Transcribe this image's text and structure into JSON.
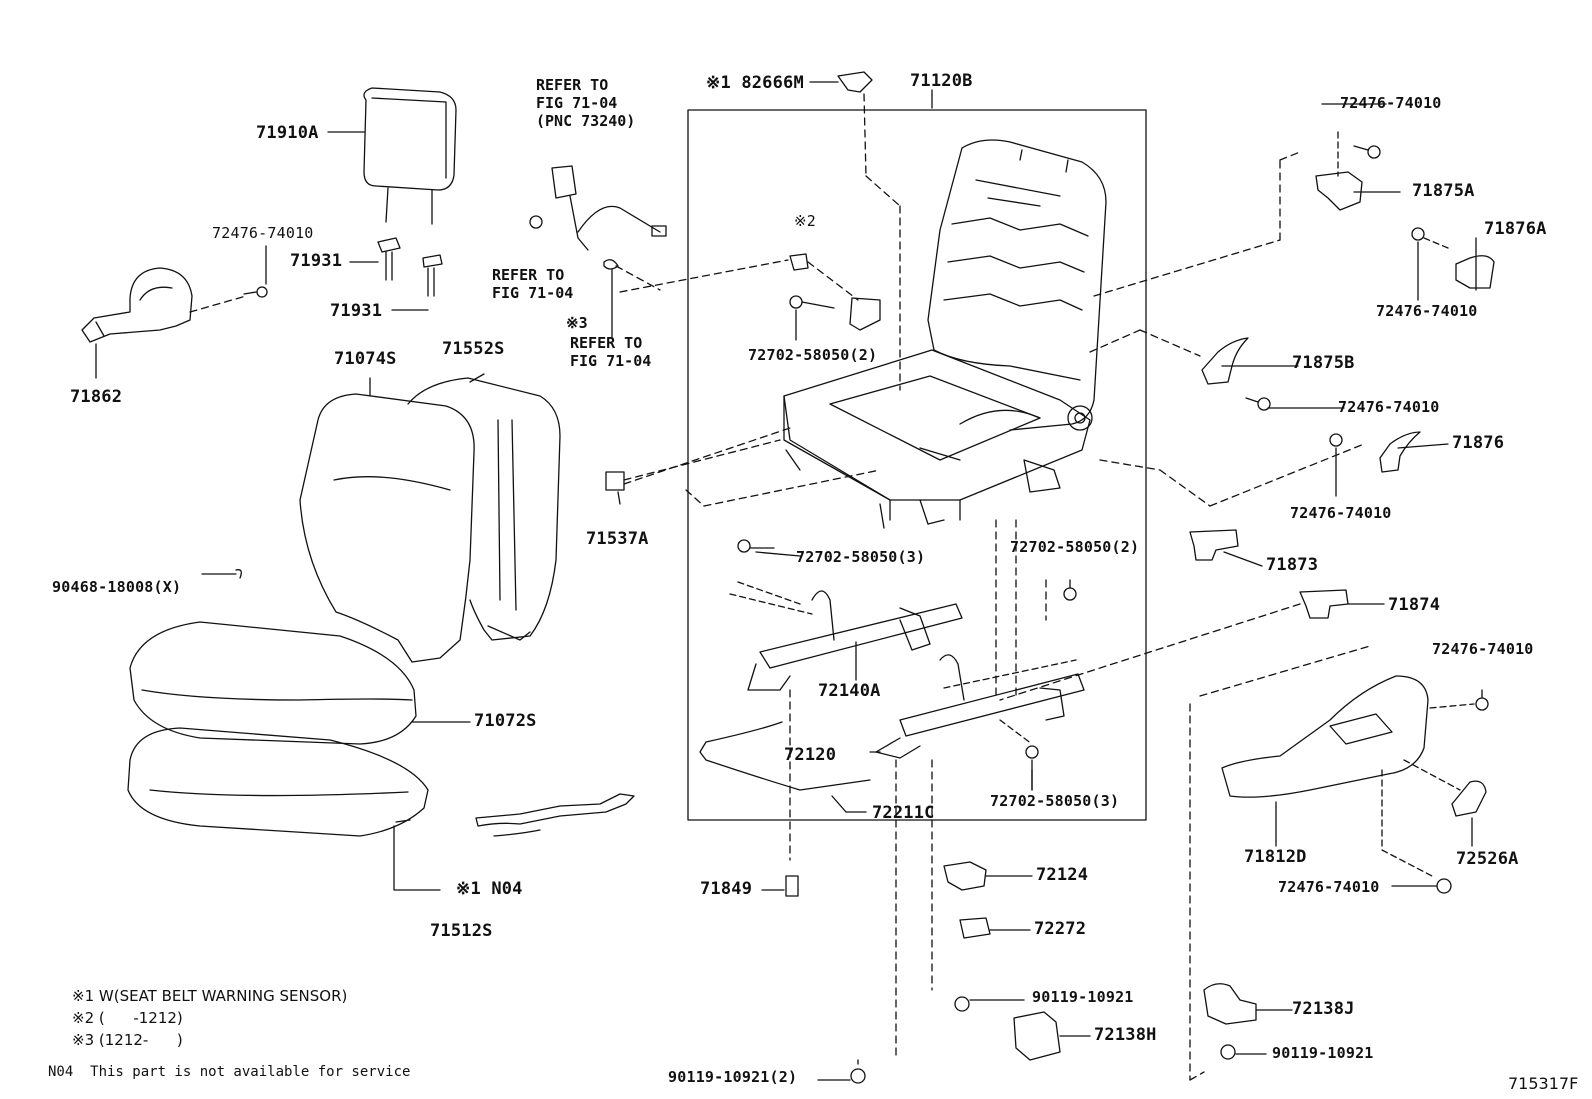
{
  "figure_id": "715317F",
  "parts": {
    "p71910A": "71910A",
    "p71931a": "71931",
    "p71931b": "71931",
    "p72476_hr": "72476-74010",
    "p71862": "71862",
    "p71074S": "71074S",
    "p71552S": "71552S",
    "p90468": "90468-18008(X)",
    "p71072S": "71072S",
    "p71512S": "71512S",
    "pN04": "※1 N04",
    "p71537A": "71537A",
    "p82666M": "※1 82666M",
    "p71120B": "71120B",
    "mark2": "※2",
    "p72702_2a": "72702-58050(2)",
    "p72702_3a": "72702-58050(3)",
    "p72702_2b": "72702-58050(2)",
    "p72140A": "72140A",
    "p72120": "72120",
    "p72211C": "72211C",
    "p72702_3b": "72702-58050(3)",
    "p71849": "71849",
    "p72124": "72124",
    "p72272": "72272",
    "p90119a": "90119-10921",
    "p72138H": "72138H",
    "p90119_2": "90119-10921(2)",
    "p72476_1": "72476-74010",
    "p71875A": "71875A",
    "p71876A": "71876A",
    "p72476_2": "72476-74010",
    "p71875B": "71875B",
    "p72476_3": "72476-74010",
    "p71876": "71876",
    "p72476_4": "72476-74010",
    "p71873": "71873",
    "p71874": "71874",
    "p72476_5": "72476-74010",
    "p71812D": "71812D",
    "p72526A": "72526A",
    "p72476_6": "72476-74010",
    "p72138J": "72138J",
    "p90119b": "90119-10921"
  },
  "refs": {
    "belt": "REFER TO\nFIG 71-04\n(PNC 73240)",
    "anchor": "REFER TO\nFIG 71-04",
    "mark3": "※3",
    "buckle": "REFER TO\nFIG 71-04"
  },
  "notes": {
    "n1": "※1 W(SEAT BELT WARNING SENSOR)",
    "n2": "※2 (      -1212)",
    "n3": "※3 (1212-      )",
    "n04": "N04  This part is not available for service"
  }
}
